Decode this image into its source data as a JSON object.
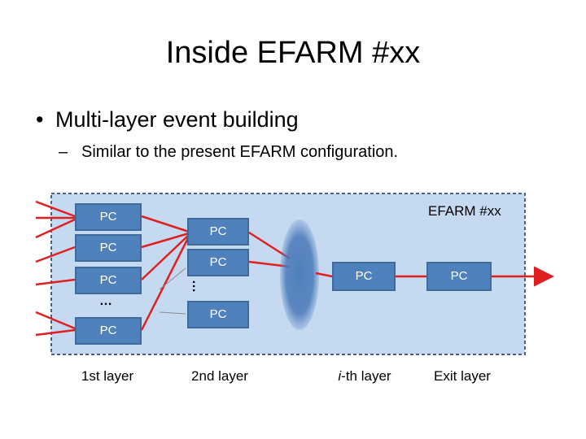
{
  "title": "Inside EFARM #xx",
  "bullet": {
    "symbol": "•",
    "text": "Multi-layer event building"
  },
  "sub_bullet": {
    "symbol": "–",
    "text": "Similar to the present EFARM configuration."
  },
  "diagram": {
    "box_label": "EFARM #xx",
    "pc_label": "PC",
    "ellipsis": "…",
    "layers": {
      "first": "1st layer",
      "second": "2nd layer",
      "ith_italic": "i",
      "ith_rest": "-th layer",
      "exit": "Exit layer"
    },
    "colors": {
      "box_fill": "#c5d9f1",
      "box_border": "#4a5f86",
      "pc_fill": "#4f81bd",
      "arrow": "#e02020",
      "lens": "#4f81bd"
    }
  }
}
